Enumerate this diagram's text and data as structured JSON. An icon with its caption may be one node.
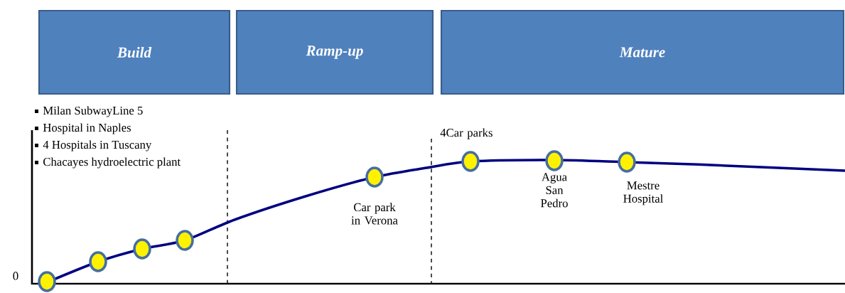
{
  "diagram": {
    "nodes": [
      {
        "text": [
          "Build"
        ]
      },
      {
        "text": [
          "Ramp-up"
        ]
      },
      {
        "text": [
          "Mature"
        ]
      },
      {
        "text": [],
        "shape": "circle"
      },
      {
        "text": [],
        "shape": "circle"
      },
      {
        "text": [],
        "shape": "circle"
      },
      {
        "text": [],
        "shape": "circle"
      },
      {
        "text": [],
        "shape": "circle",
        "beside": [
          "Car park in Verona"
        ]
      },
      {
        "text": [],
        "shape": "circle",
        "beside": [
          "4Car parks"
        ]
      },
      {
        "text": [],
        "shape": "circle",
        "beside": [
          "Agua San Pedro"
        ]
      },
      {
        "text": [],
        "shape": "circle",
        "beside": [
          "Mestre Hospital"
        ]
      }
    ],
    "labels": [
      "Milan SubwayLine 5",
      "Hospital in Naples",
      "4 Hospitals in Tuscany",
      "Chacayes hydroelectric plant",
      "0"
    ]
  }
}
